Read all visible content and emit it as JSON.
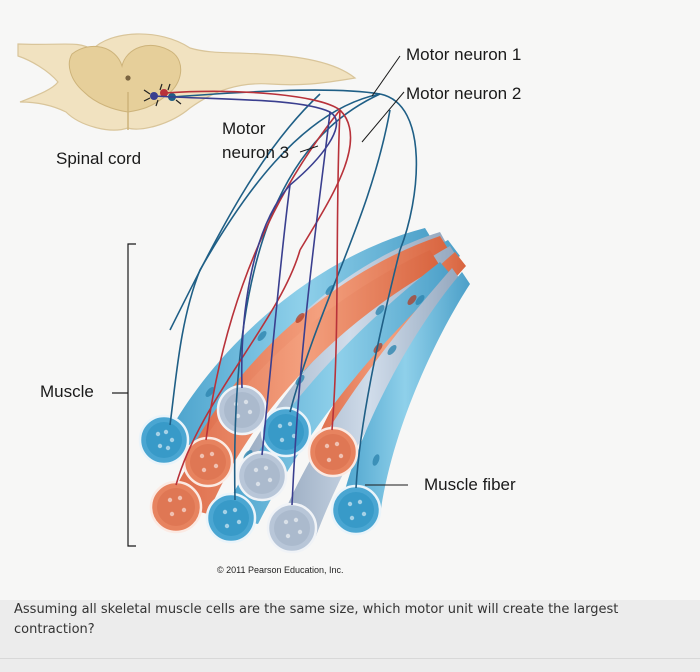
{
  "diagram": {
    "labels": {
      "motor_neuron_1": "Motor neuron 1",
      "motor_neuron_2": "Motor neuron 2",
      "motor_neuron_3": [
        "Motor",
        "neuron 3"
      ],
      "spinal_cord": "Spinal cord",
      "muscle": "Muscle",
      "muscle_fiber": "Muscle fiber"
    },
    "copyright": "© 2011 Pearson Education, Inc.",
    "colors": {
      "neuron_1": "#1f5f86",
      "neuron_2": "#b8323a",
      "neuron_3": "#3a3f8f",
      "fiber_blue": "#6ab8dc",
      "fiber_orange": "#e87c5c",
      "fiber_gray": "#b4c4d6",
      "spinal_tissue": "#f1e2c0"
    }
  },
  "question": {
    "text": "Assuming all skeletal muscle cells are the same size, which motor unit will create the largest contraction?"
  }
}
